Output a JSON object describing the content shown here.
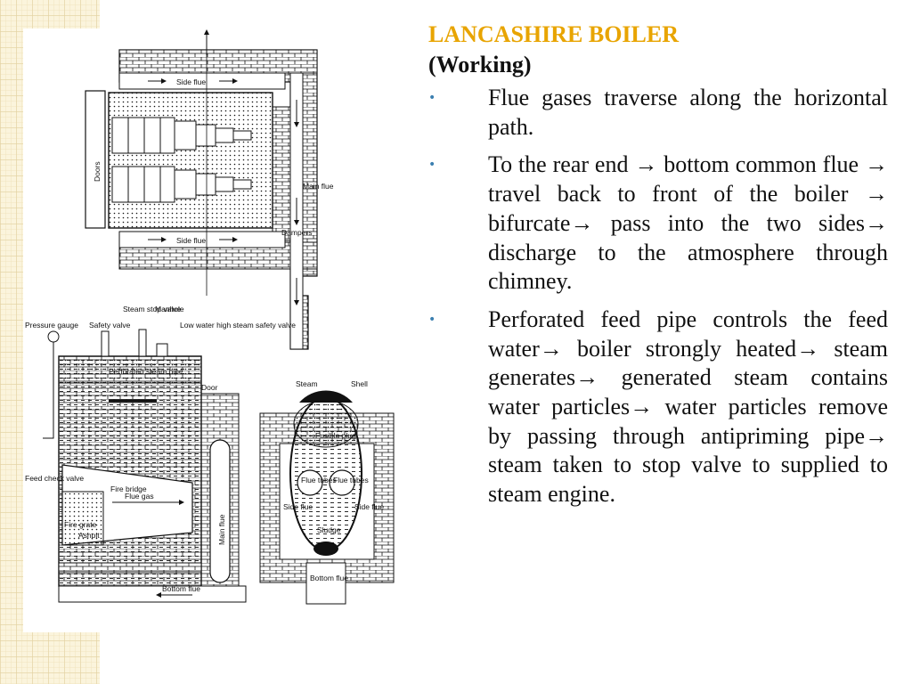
{
  "slide": {
    "title": "LANCASHIRE BOILER",
    "subtitle": "(Working)",
    "bullet_marker": "•",
    "bullets": [
      "Flue gases traverse along  the horizontal path.",
      "To the rear end → bottom common flue → travel back to front of the boiler → bifurcate→ pass into the two sides→ discharge to the atmosphere through chimney.",
      "Perforated feed pipe controls the feed water→ boiler strongly heated→ steam generates→ generated steam contains water particles→ water particles remove by passing through antipriming pipe→ steam taken to stop valve to supplied to steam engine."
    ]
  },
  "figure": {
    "labels": {
      "side_flue_top": "Side flue",
      "side_flue_bottom": "Side flue",
      "doors": "Doors",
      "main_flue_top": "Main flue",
      "dampers": "Dampers",
      "pressure_gauge": "Pressure gauge",
      "safety_valve": "Safety valve",
      "steam_stop_valve": "Steam stop valve",
      "manhole": "Manhole",
      "low_water_valve": "Low water high steam safety valve",
      "perforated_steam_pipe": "Perforated steam pipe",
      "door": "Door",
      "feed_check_valve": "Feed check valve",
      "fire_bridge": "Fire bridge",
      "flue_gas": "Flue gas",
      "fire_grate": "Fire grate",
      "ashpit": "Ashpit",
      "bottom_flue_side": "Bottom flue",
      "main_flue_side": "Main flue",
      "steam": "Steam",
      "shell": "Shell",
      "fusible_plug": "Fusible plug",
      "flue_tubes_left": "Flue tubes",
      "flue_tubes_right": "Flue tubes",
      "side_flue_left": "Side flue",
      "side_flue_right": "Side flue",
      "sludge": "Sludge",
      "bottom_flue_end": "Bottom flue"
    }
  }
}
